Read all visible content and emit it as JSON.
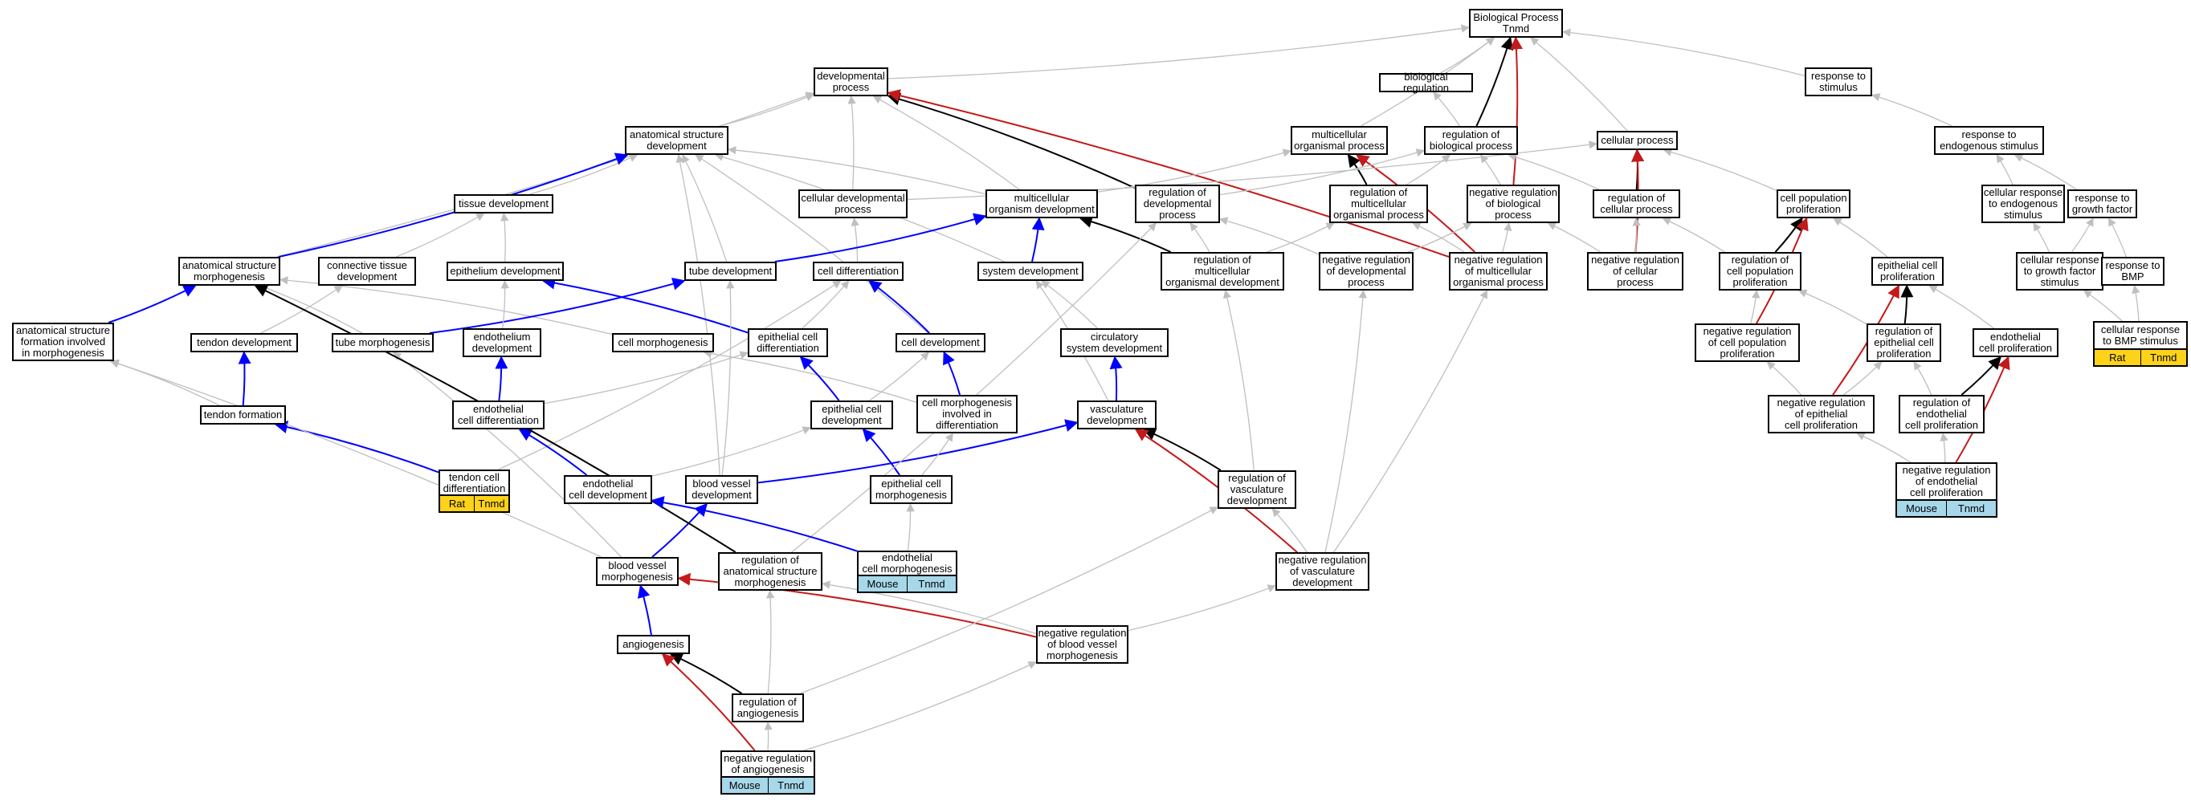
{
  "nodes": {
    "biological_process": "Biological Process\nTnmd",
    "developmental_process": "developmental\nprocess",
    "biological_regulation": "biological regulation",
    "response_to_stimulus": "response to\nstimulus",
    "anatomical_structure_development": "anatomical structure\ndevelopment",
    "multicellular_organismal_process": "multicellular\norganismal process",
    "regulation_of_biological_process": "regulation of\nbiological process",
    "cellular_process": "cellular process",
    "response_to_endogenous_stimulus": "response to\nendogenous stimulus",
    "tissue_development": "tissue development",
    "cellular_developmental_process": "cellular developmental\nprocess",
    "multicellular_organism_development": "multicellular\norganism development",
    "regulation_of_developmental_process": "regulation of\ndevelopmental\nprocess",
    "regulation_of_multicellular_organismal_process": "regulation of\nmulticellular\norganismal process",
    "negative_regulation_of_biological_process": "negative regulation\nof biological\nprocess",
    "regulation_of_cellular_process": "regulation of\ncellular process",
    "cell_population_proliferation": "cell population\nproliferation",
    "cellular_response_to_endogenous_stimulus": "cellular response\nto endogenous\nstimulus",
    "response_to_growth_factor": "response to\ngrowth factor",
    "anatomical_structure_morphogenesis": "anatomical structure\nmorphogenesis",
    "connective_tissue_development": "connective tissue\ndevelopment",
    "epithelium_development": "epithelium development",
    "tube_development": "tube development",
    "cell_differentiation": "cell differentiation",
    "system_development": "system development",
    "regulation_of_multicellular_organismal_development": "regulation of\nmulticellular\norganismal development",
    "negative_regulation_of_developmental_process": "negative regulation\nof developmental\nprocess",
    "negative_regulation_of_multicellular_organismal_process": "negative regulation\nof multicellular\norganismal process",
    "negative_regulation_of_cellular_process": "negative regulation\nof cellular\nprocess",
    "regulation_of_cell_population_proliferation": "regulation of\ncell population\nproliferation",
    "epithelial_cell_proliferation": "epithelial cell\nproliferation",
    "cellular_response_to_growth_factor_stimulus": "cellular response\nto growth factor\nstimulus",
    "response_to_bmp": "response to\nBMP",
    "anatomical_structure_formation": "anatomical structure\nformation involved\nin morphogenesis",
    "tendon_development": "tendon development",
    "tube_morphogenesis": "tube morphogenesis",
    "endothelium_development": "endothelium\ndevelopment",
    "cell_morphogenesis": "cell morphogenesis",
    "epithelial_cell_differentiation": "epithelial cell\ndifferentiation",
    "cell_development": "cell development",
    "circulatory_system_development": "circulatory\nsystem development",
    "negative_regulation_of_cell_population_proliferation": "negative regulation\nof cell population\nproliferation",
    "regulation_of_epithelial_cell_proliferation": "regulation of\nepithelial cell\nproliferation",
    "endothelial_cell_proliferation": "endothelial\ncell proliferation",
    "cellular_response_to_bmp_stimulus": "cellular response\nto BMP stimulus",
    "tendon_formation": "tendon formation",
    "endothelial_cell_differentiation": "endothelial\ncell differentiation",
    "epithelial_cell_development": "epithelial cell\ndevelopment",
    "cell_morphogenesis_differentiation": "cell morphogenesis\ninvolved in\ndifferentiation",
    "vasculature_development": "vasculature\ndevelopment",
    "negative_regulation_of_epithelial_cell_proliferation": "negative regulation\nof epithelial\ncell proliferation",
    "regulation_of_endothelial_cell_proliferation": "regulation of\nendothelial\ncell proliferation",
    "tendon_cell_differentiation": "tendon cell\ndifferentiation",
    "endothelial_cell_development": "endothelial\ncell development",
    "blood_vessel_development": "blood vessel\ndevelopment",
    "epithelial_cell_morphogenesis": "epithelial cell\nmorphogenesis",
    "regulation_of_vasculature_development": "regulation of\nvasculature\ndevelopment",
    "negative_regulation_of_endothelial_cell_proliferation": "negative regulation\nof endothelial\ncell proliferation",
    "blood_vessel_morphogenesis": "blood vessel\nmorphogenesis",
    "regulation_of_anatomical_structure_morphogenesis": "regulation of\nanatomical structure\nmorphogenesis",
    "endothelial_cell_morphogenesis": "endothelial\ncell morphogenesis",
    "negative_regulation_of_vasculature_development": "negative regulation\nof vasculature\ndevelopment",
    "angiogenesis": "angiogenesis",
    "negative_regulation_of_blood_vessel_morphogenesis": "negative regulation\nof blood vessel\nmorphogenesis",
    "regulation_of_angiogenesis": "regulation of\nangiogenesis",
    "negative_regulation_of_angiogenesis": "negative regulation\nof angiogenesis"
  },
  "badges": {
    "cellular_response_to_bmp_stimulus": [
      "Rat",
      "Tnmd"
    ],
    "tendon_cell_differentiation": [
      "Rat",
      "Tnmd"
    ],
    "negative_regulation_of_endothelial_cell_proliferation": [
      "Mouse",
      "Tnmd"
    ],
    "endothelial_cell_morphogenesis": [
      "Mouse",
      "Tnmd"
    ],
    "negative_regulation_of_angiogenesis": [
      "Mouse",
      "Tnmd"
    ]
  },
  "colors": {
    "is_a": "#bfbfbf",
    "part_of": "#0000ff",
    "regulates": "#000000",
    "negatively_regulates": "#c41a1a",
    "rat_badge": "#ffd21a",
    "mouse_badge": "#a7d8ea"
  }
}
